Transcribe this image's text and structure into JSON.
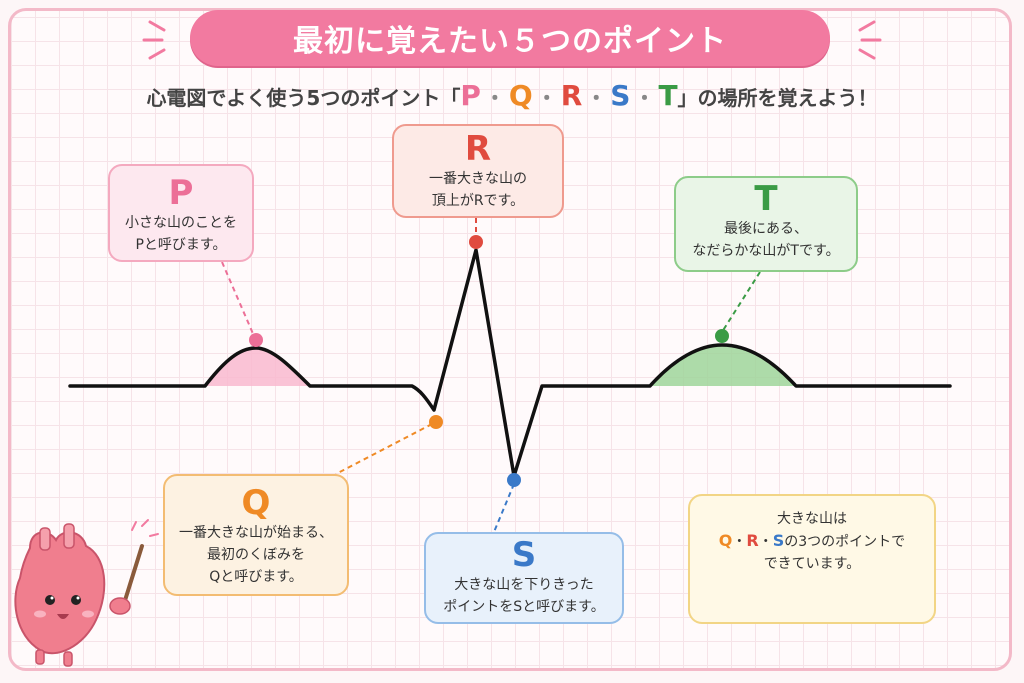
{
  "header": {
    "title": "最初に覚えたい５つのポイント",
    "subtitle_before": "心電図でよく使う5つのポイント「",
    "subtitle_after": "」の場所を覚えよう！",
    "letters": [
      "P",
      "Q",
      "R",
      "S",
      "T"
    ],
    "separator": "・"
  },
  "points": {
    "p": {
      "letter": "P",
      "line1": "小さな山のことを",
      "line2": "Pと呼びます。"
    },
    "r": {
      "letter": "R",
      "line1": "一番大きな山の",
      "line2": "頂上がRです。"
    },
    "t": {
      "letter": "T",
      "line1": "最後にある、",
      "line2": "なだらかな山がTです。"
    },
    "q": {
      "letter": "Q",
      "line1": "一番大きな山が始まる、",
      "line2": "最初のくぼみを",
      "line3": "Qと呼びます。"
    },
    "s": {
      "letter": "S",
      "line1": "大きな山を下りきった",
      "line2": "ポイントをSと呼びます。"
    }
  },
  "note": {
    "line1": "大きな山は",
    "q": "Q",
    "r": "R",
    "s": "S",
    "sep": "・",
    "line2_rest": "の3つのポイントで",
    "line3": "できています。"
  },
  "colors": {
    "p": "#ec6f97",
    "q": "#ef8a25",
    "r": "#e04b3f",
    "s": "#3a79c8",
    "t": "#3a9b45",
    "title_bg": "#f27aa0"
  }
}
